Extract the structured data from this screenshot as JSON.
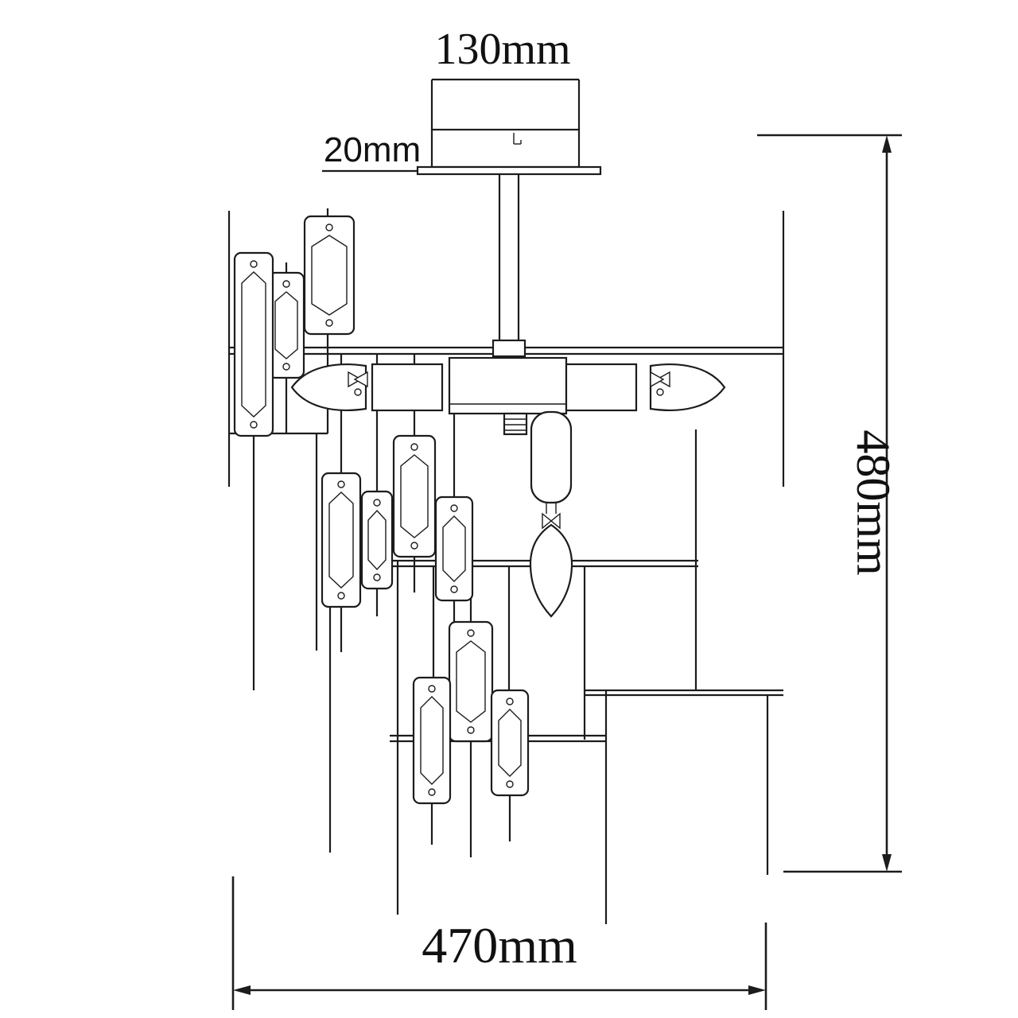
{
  "page": {
    "background": "#ffffff",
    "line_color": "#1c1c1c"
  },
  "dimensions": {
    "canopy_width": "130mm",
    "canopy_height": "20mm",
    "overall_height": "480mm",
    "overall_width": "470mm"
  }
}
